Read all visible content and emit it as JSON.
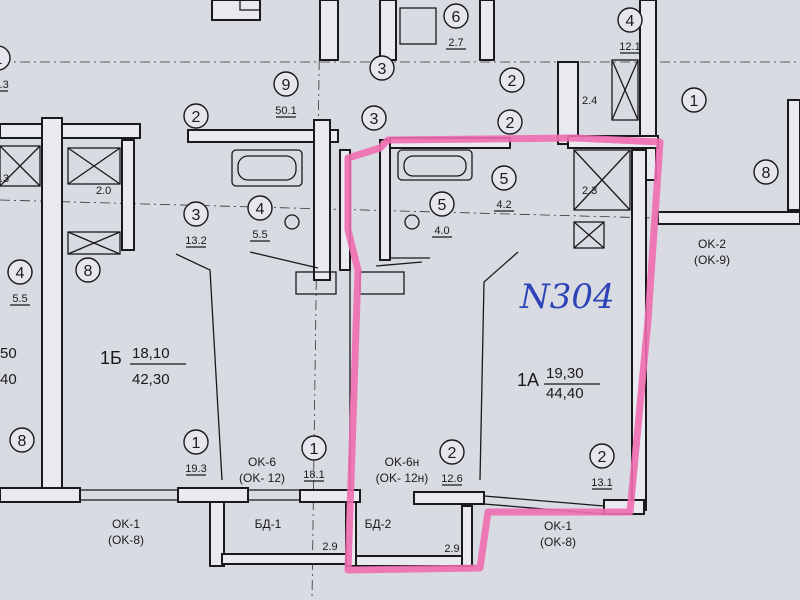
{
  "apartments": [
    {
      "id": "1Б",
      "living": "18,10",
      "total": "42,30"
    },
    {
      "id": "1A",
      "living": "19,30",
      "total": "44,40"
    }
  ],
  "left_edge_fragment": {
    "living": "50",
    "total": "40"
  },
  "handwritten_note": "N304",
  "room_markers": [
    {
      "num": "6",
      "area": "2.7"
    },
    {
      "num": "4",
      "area": "12.1"
    },
    {
      "num": "9",
      "area": "50.1"
    },
    {
      "num": "2",
      "area": ""
    },
    {
      "num": "3",
      "area": ""
    },
    {
      "num": "3",
      "area": ""
    },
    {
      "num": "2",
      "area": ""
    },
    {
      "num": "2",
      "area": ""
    },
    {
      "num": "1",
      "area": ""
    },
    {
      "num": "8",
      "area": ""
    },
    {
      "num": "3",
      "area": "13.2"
    },
    {
      "num": "4",
      "area": "5.5"
    },
    {
      "num": "5",
      "area": "4.0"
    },
    {
      "num": "5",
      "area": "4.2"
    },
    {
      "num": "4",
      "area": "5.5"
    },
    {
      "num": "8",
      "area": ""
    },
    {
      "num": "8",
      "area": ""
    },
    {
      "num": "1",
      "area": "19.3"
    },
    {
      "num": "1",
      "area": "18.1"
    },
    {
      "num": "2",
      "area": "12.6"
    },
    {
      "num": "2",
      "area": "13.1"
    },
    {
      "num": "1",
      "area": "19.3"
    }
  ],
  "small_areas": [
    "2.0",
    "2.4",
    "2.3",
    ".3"
  ],
  "window_labels": [
    {
      "line1": "OK-2",
      "line2": "(OK-9)"
    },
    {
      "line1": "OK-6",
      "line2": "(OK- 12)"
    },
    {
      "line1": "OK-6н",
      "line2": "(OK- 12н)"
    },
    {
      "line1": "OK-1",
      "line2": "(OK-8)"
    },
    {
      "line1": "OK-1",
      "line2": "(OK-8)"
    }
  ],
  "balcony_labels": [
    {
      "name": "БД-1",
      "area": "2.9"
    },
    {
      "name": "БД-2",
      "area": "2.9"
    }
  ],
  "colors": {
    "paper": "#d9dbe2",
    "line": "#1a1a1a",
    "highlight": "#f06bb0",
    "note_ink": "#2f43b8"
  }
}
